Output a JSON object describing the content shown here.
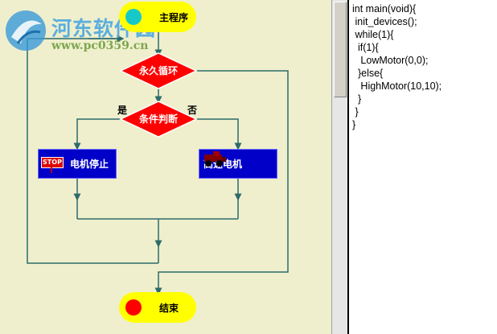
{
  "watermark": {
    "title": "河东软件园",
    "url": "www.pc0359.cn"
  },
  "flowchart": {
    "start_label": "主程序",
    "loop_label": "永久循环",
    "condition_label": "条件判断",
    "yes_label": "是",
    "no_label": "否",
    "yes_action_label": "电机停止",
    "no_action_label": "高速电机",
    "end_label": "结束",
    "stop_badge": "STOP",
    "line_color": "#2d6b6b",
    "diamond_color": "#ff0000",
    "action_color": "#0000c8",
    "terminal_color": "#ffff00"
  },
  "code": {
    "lines": "int main(void){\n init_devices();\n while(1){\n  if(1){\n   LowMotor(0,0);\n  }else{\n   HighMotor(10,10);\n  }\n }\n}"
  }
}
